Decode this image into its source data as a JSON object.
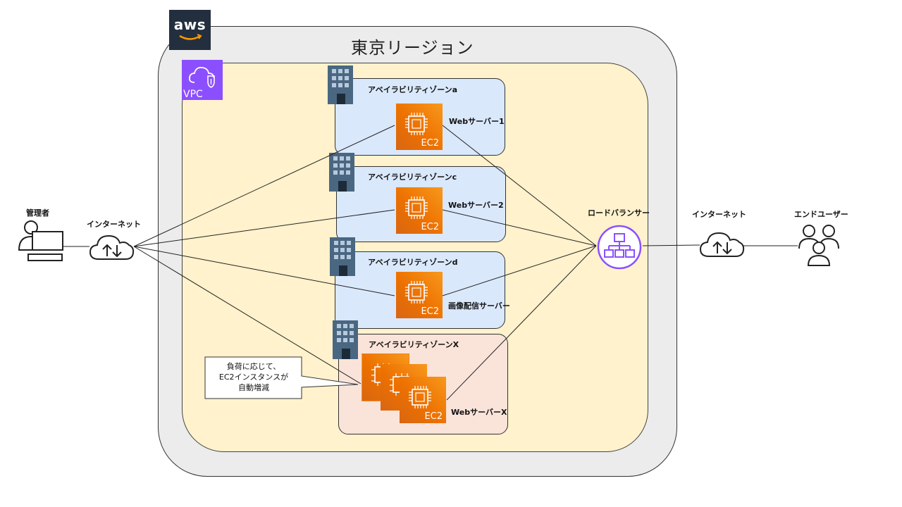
{
  "region": {
    "title": "東京リージョン"
  },
  "aws_logo": {
    "text": "aws"
  },
  "vpc": {
    "label": "VPC"
  },
  "availability_zones": [
    {
      "label": "アベイラビリティゾーンa",
      "server_label": "Webサーバー1",
      "ec2_label": "EC2"
    },
    {
      "label": "アベイラビリティゾーンc",
      "server_label": "Webサーバー2",
      "ec2_label": "EC2"
    },
    {
      "label": "アベイラビリティゾーンd",
      "server_label": "画像配信サーバー",
      "ec2_label": "EC2"
    },
    {
      "label": "アベイラビリティゾーンX",
      "server_label": "WebサーバーX",
      "ec2_label": "EC2"
    }
  ],
  "admin": {
    "label": "管理者"
  },
  "internet_left": {
    "label": "インターネット"
  },
  "load_balancer": {
    "label": "ロードバランサー"
  },
  "internet_right": {
    "label": "インターネット"
  },
  "end_user": {
    "label": "エンドユーザー"
  },
  "callout": {
    "lines": [
      "負荷に応じて、",
      "EC2インスタンスが",
      "自動増減"
    ]
  },
  "colors": {
    "region_bg": "#ececec",
    "vpc_bg": "#fff2cc",
    "az_blue": "#dae8fc",
    "az_pink": "#fae3d9",
    "ec2": "#ed7100",
    "vpc_badge": "#8c4fff",
    "aws_logo_bg": "#232f3e",
    "lb_icon": "#8c4fff",
    "building": "#4a6782"
  }
}
